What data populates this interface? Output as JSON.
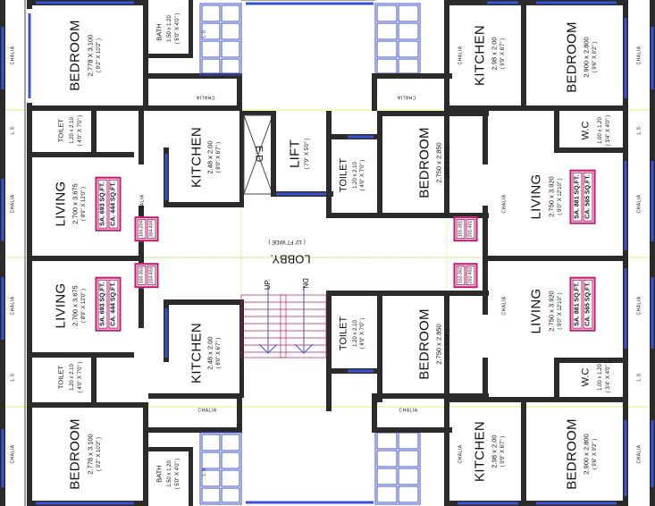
{
  "rooms": {
    "bedroom_tl": {
      "name": "BEDROOM",
      "dim": "2.778 X 3.100",
      "imp": "( 9'2\" X 10'2\" )"
    },
    "bath_tl": {
      "name": "BATH",
      "dim": "1.50 x 1.20",
      "imp": "( 5'0\" X 4'0\" )"
    },
    "kitchen_tr": {
      "name": "KITCHEN",
      "dim": "2.98 x 2.00",
      "imp": "( 9'9\" X 6'7\" )"
    },
    "bedroom_tr": {
      "name": "BEDROOM",
      "dim": "2.900 x 2.800",
      "imp": "( 9'6\" X 9'2\" )"
    },
    "toilet_l1": {
      "name": "TOILET",
      "dim": "1.20 x 2.10",
      "imp": "( 4'0\" X 7'0\" )"
    },
    "living_l1": {
      "name": "LIVING",
      "dim": "2.700 x 3.675",
      "imp": "( 8'9\" X 12'0\" )"
    },
    "kitchen_c1": {
      "name": "KITCHEN",
      "dim": "2.48 x 2.00",
      "imp": "( 8'0\" X 6'7\" )"
    },
    "ed": {
      "name": "E.D"
    },
    "lift": {
      "name": "LIFT",
      "imp": "( 7'9\" X 5'0\" )"
    },
    "toilet_c1": {
      "name": "TOILET",
      "dim": "1.20 x 2.10",
      "imp": "( 4'0\" X 7'0\" )"
    },
    "bedroom_c1": {
      "name": "BEDROOM",
      "dim": "2.750 x 2.850",
      "imp": "( 9'0\" X 9'4\" )"
    },
    "wc_r1": {
      "name": "W.C",
      "dim": "1.00 x 1.20",
      "imp": "( 3'4\" X 4'0\" )"
    },
    "living_r1": {
      "name": "LIVING",
      "dim": "2.750 x 3.920",
      "imp": "( 9'0\" X 12'10\" )"
    },
    "toilet_l2": {
      "name": "TOILET",
      "dim": "1.20 x 2.10",
      "imp": "( 4'0\" X 7'0\" )"
    },
    "living_l2": {
      "name": "LIVING",
      "dim": "2.700 x 3.675",
      "imp": "( 8'9\" X 12'0\" )"
    },
    "kitchen_c2": {
      "name": "KITCHEN",
      "dim": "2.48 x 2.00",
      "imp": "( 8'0\" X 6'7\" )"
    },
    "toilet_c2": {
      "name": "TOILET",
      "dim": "1.20 x 2.10",
      "imp": "( 4'0\" X 7'0\" )"
    },
    "bedroom_c2": {
      "name": "BEDROOM",
      "dim": "2.750 x 2.850",
      "imp": "( 9'0\" X 9'4\" )"
    },
    "living_r2": {
      "name": "LIVING",
      "dim": "2.750 x 3.920",
      "imp": "( 9'0\" X 12'10\" )"
    },
    "wc_r2": {
      "name": "W.C",
      "dim": "1.00 x 1.20",
      "imp": "( 3'4\" X 4'0\" )"
    },
    "bedroom_bl": {
      "name": "BEDROOM",
      "dim": "2.778 x 3.100",
      "imp": "( 9'2\" X 10'2\" )"
    },
    "bath_bl": {
      "name": "BATH",
      "dim": "1.50 x 1.20",
      "imp": "( 5'0\" X 4'0\" )"
    },
    "kitchen_br": {
      "name": "KITCHEN",
      "dim": "2.98 x 2.00",
      "imp": "( 9'9\" X 6'7\" )"
    },
    "bedroom_br": {
      "name": "BEDROOM",
      "dim": "2.900 x 2.800",
      "imp": "( 9'6\" X 9'2\" )"
    }
  },
  "lobby": {
    "name": "LOBBY.",
    "width": "( 10' FT WIDE )"
  },
  "stair": {
    "up": "UP.",
    "dn": "DN."
  },
  "areas": {
    "left_1": {
      "sa": "SA. 693 SQ.FT.",
      "ca": "CA. 444 SQ.FT."
    },
    "left_2": {
      "sa": "SA. 693 SQ.FT.",
      "ca": "CA. 444 SQ.FT."
    },
    "right_1": {
      "sa": "SA. 881 SQ.FT.",
      "ca": "CA. 565 SQ.FT."
    },
    "right_2": {
      "sa": "SA. 881 SQ.FT.",
      "ca": "CA. 565 SQ.FT."
    }
  },
  "units": {
    "left_top": [
      "104-204",
      "304-404"
    ],
    "left_bot": [
      "103-303",
      "203-403"
    ],
    "right_top": [
      "101-301",
      "201-401"
    ],
    "right_bot": [
      "102-302",
      "202-402"
    ]
  },
  "tags": {
    "chalia": "CHALIA",
    "ls": "L.S"
  },
  "colors": {
    "walls": "#2b2b2b",
    "windows": "#3a52d6",
    "area_border": "#c2186b",
    "grid_line": "#d9e84a"
  }
}
